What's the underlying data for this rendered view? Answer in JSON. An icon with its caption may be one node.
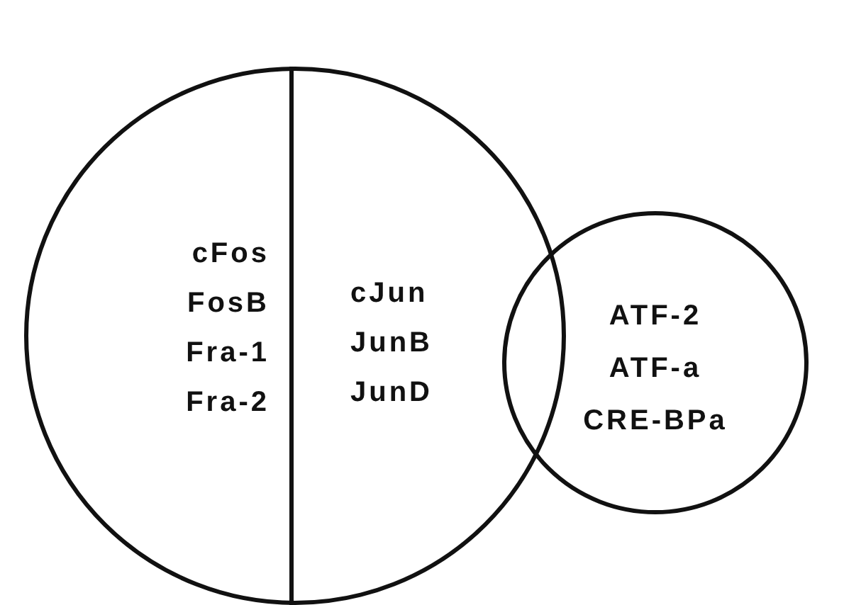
{
  "diagram": {
    "nodes": [
      {
        "text": [],
        "shape": "circle"
      },
      {
        "text": [
          "cFos",
          "FosB",
          "Fra-1",
          "Fra-2"
        ],
        "in": 0
      },
      {
        "text": [
          "cJun",
          "JunB",
          "JunD"
        ],
        "in": 0
      },
      {
        "text": [
          "ATF-2",
          "ATF-a",
          "CRE-BPa"
        ]
      }
    ]
  }
}
